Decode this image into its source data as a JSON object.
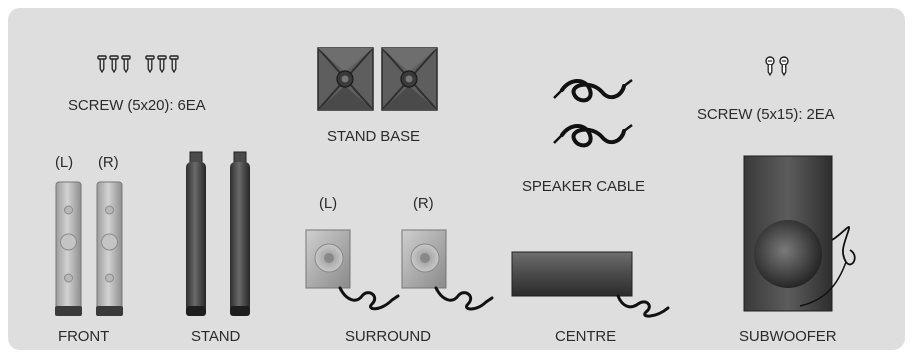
{
  "labels": {
    "screw_5x20": "SCREW (5x20): 6EA",
    "stand_base": "STAND BASE",
    "speaker_cable": "SPEAKER CABLE",
    "screw_5x15": "SCREW (5x15): 2EA",
    "front_left": "(L)",
    "front_right": "(R)",
    "surround_left": "(L)",
    "surround_right": "(R)",
    "front": "FRONT",
    "stand": "STAND",
    "surround": "SURROUND",
    "centre": "CENTRE",
    "subwoofer": "SUBWOOFER"
  }
}
